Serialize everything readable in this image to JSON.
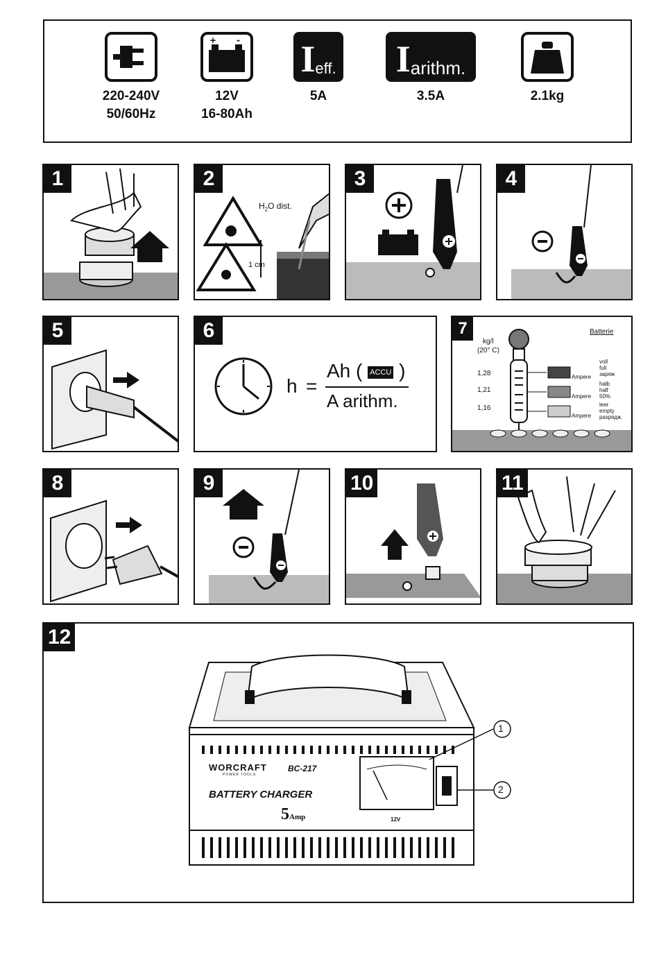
{
  "specs": [
    {
      "icon": "power-plug-icon",
      "line1": "220-240V",
      "line2": "50/60Hz"
    },
    {
      "icon": "battery-icon",
      "line1": "12V",
      "line2": "16-80Ah"
    },
    {
      "icon": "i-eff-icon",
      "glyph_big": "I",
      "glyph_small": "eff.",
      "line1": "5A",
      "line2": ""
    },
    {
      "icon": "i-arithm-icon",
      "glyph_big": "I",
      "glyph_small": "arithm.",
      "line1": "3.5A",
      "line2": ""
    },
    {
      "icon": "weight-icon",
      "line1": "2.1kg",
      "line2": ""
    }
  ],
  "panels": {
    "p1": {
      "num": "1"
    },
    "p2": {
      "num": "2",
      "h2o": "H",
      "h2o_sub": "2",
      "h2o_rest": "O dist.",
      "depth": "1 cm"
    },
    "p3": {
      "num": "3"
    },
    "p4": {
      "num": "4"
    },
    "p5": {
      "num": "5"
    },
    "p6": {
      "num": "6",
      "h": "h",
      "eq": "=",
      "ah": "Ah (",
      "accu": "ACCU",
      "close": ")",
      "denom": "A arithm."
    },
    "p7": {
      "num": "7",
      "unit": "kg/l",
      "temp": "(20° C)",
      "title": "Batterie",
      "v1": "1,28",
      "v2": "1,21",
      "v3": "1,16",
      "amp": "Ampere",
      "s1a": "voll",
      "s1b": "full",
      "s1c": "заряж",
      "s2a": "halb",
      "s2b": "half",
      "s2c": "50%",
      "s3a": "leer",
      "s3b": "empty",
      "s3c": "разрядж."
    },
    "p8": {
      "num": "8"
    },
    "p9": {
      "num": "9"
    },
    "p10": {
      "num": "10"
    },
    "p11": {
      "num": "11"
    },
    "p12": {
      "num": "12",
      "brand": "WORCRAFT",
      "brand_sub": "POWER TOOLS",
      "model": "BC-217",
      "product": "BATTERY CHARGER",
      "amp_big": "5",
      "amp_small": "Amp",
      "volt": "12V",
      "callout1": "1",
      "callout2": "2"
    }
  }
}
